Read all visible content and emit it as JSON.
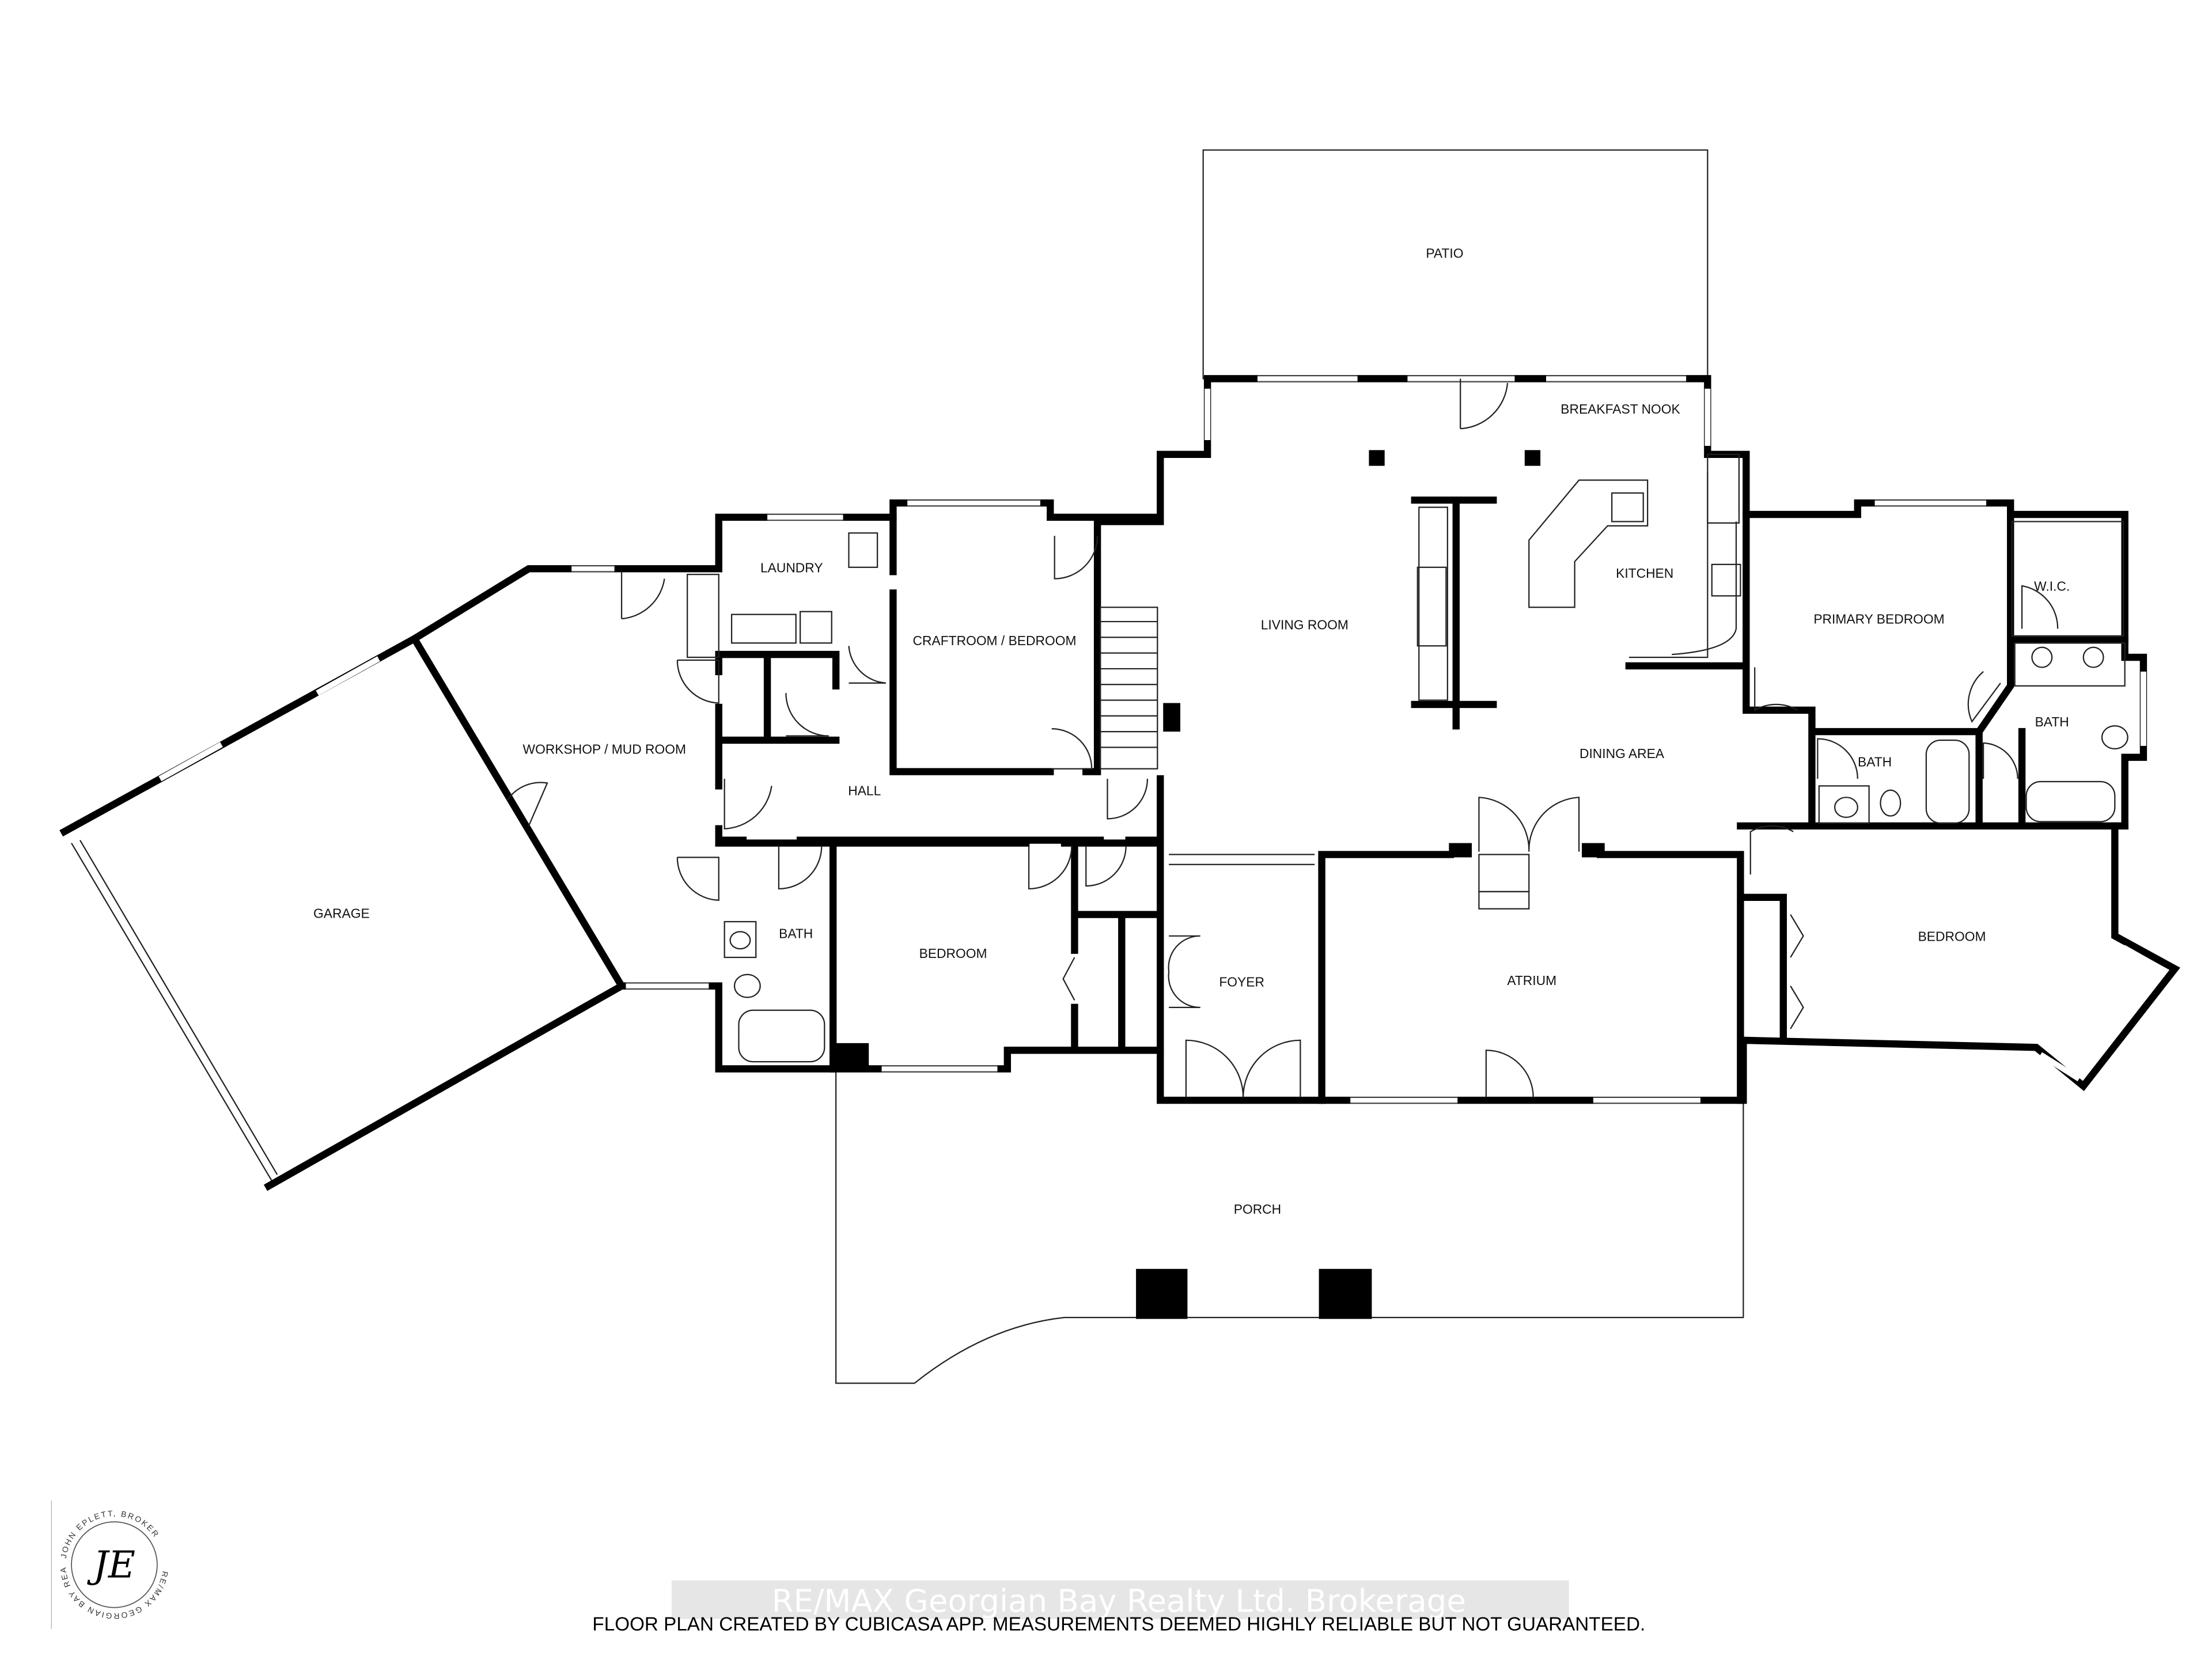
{
  "rooms": [
    "PATIO",
    "BREAKFAST NOOK",
    "KITCHEN",
    "LIVING ROOM",
    "LAUNDRY",
    "CRAFTROOM / BEDROOM",
    "WORKSHOP / MUD ROOM",
    "HALL",
    "GARAGE",
    "BATH",
    "BEDROOM",
    "FOYER",
    "ATRIUM",
    "BEDROOM",
    "PRIMARY BEDROOM",
    "W.I.C.",
    "BATH",
    "BATH",
    "DINING AREA",
    "PORCH"
  ],
  "watermark": "RE/MAX Georgian Bay Realty Ltd. Brokerage",
  "footer": "FLOOR PLAN CREATED BY CUBICASA APP. MEASUREMENTS DEEMED HIGHLY RELIABLE BUT NOT GUARANTEED.",
  "logo": {
    "top_text": "JOHN EPLETT, BROKER",
    "bottom_text": "RE/MAX GEORGIAN BAY REALTY LTD.",
    "monogram": "JE"
  },
  "colors": {
    "wall": "#000000",
    "background": "#ffffff"
  }
}
